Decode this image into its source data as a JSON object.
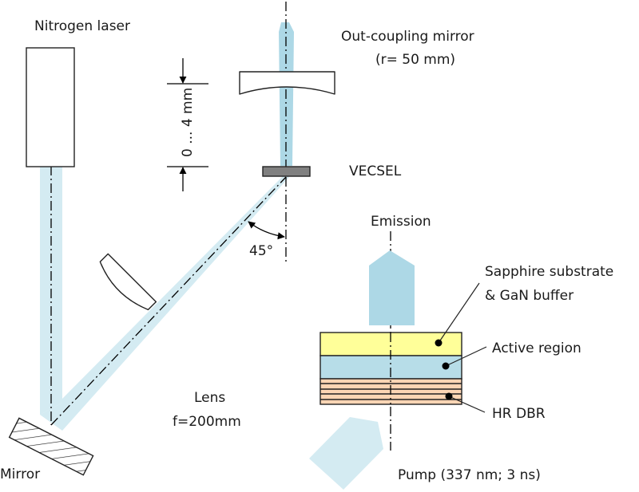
{
  "figure": {
    "labels": {
      "nitrogen_laser": "Nitrogen laser",
      "out_coupling_mirror": "Out-coupling mirror",
      "out_coupling_radius": "(r= 50 mm)",
      "distance": "0 ... 4 mm",
      "vecsel": "VECSEL",
      "angle": "45°",
      "emission": "Emission",
      "sapphire_line1": "Sapphire substrate",
      "sapphire_line2": "& GaN buffer",
      "active_region": "Active region",
      "hr_dbr": "HR DBR",
      "lens": "Lens",
      "lens_focal": "f=200mm",
      "mirror": "Mirror",
      "pump": "Pump (337 nm; 3 ns)"
    },
    "colors": {
      "beam": "#add8e6",
      "beam_light": "#d4ebf2",
      "sapphire_layer": "#ffff99",
      "active_layer": "#b7dde8",
      "dbr_layer": "#fcd5b4",
      "vecsel_chip": "#808080",
      "outline": "#222222"
    }
  }
}
